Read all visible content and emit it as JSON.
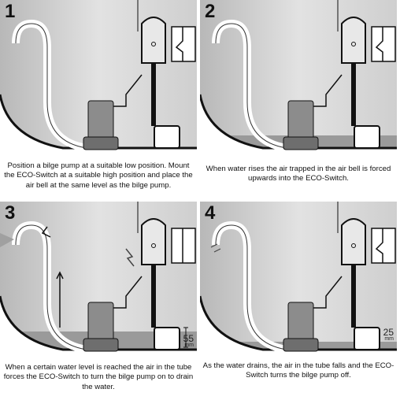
{
  "panels": [
    {
      "number": "1",
      "caption": "Position a bilge pump at a suitable low position. Mount the ECO-Switch at a suitable high position and place the air bell at the same level as the bilge pump."
    },
    {
      "number": "2",
      "caption": "When water rises the air trapped in the air bell is forced upwards into the ECO-Switch."
    },
    {
      "number": "3",
      "caption": "When a certain water level is reached the air in the tube forces the ECO-Switch to turn the bilge pump on to drain the water.",
      "level_value": "55",
      "level_unit": "mm"
    },
    {
      "number": "4",
      "caption": "As the water drains, the air in the tube falls and the ECO-Switch turns the bilge pump off.",
      "level_value": "25",
      "level_unit": "mm"
    }
  ],
  "colors": {
    "hull": "#c8c8c8",
    "water": "#9a9a9a",
    "pump": "#8c8c8c",
    "outline": "#111111"
  }
}
